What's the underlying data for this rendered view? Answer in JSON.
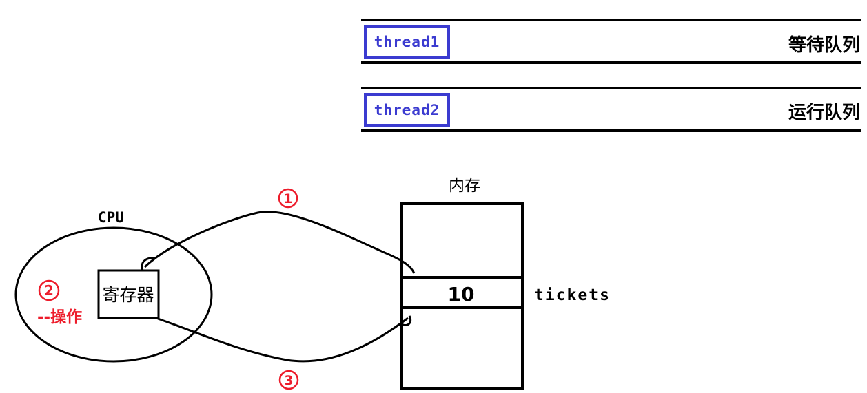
{
  "colors": {
    "thread_box_blue": "#3b3bd0",
    "annotation_red": "#ed1c2b",
    "ink_black": "#000000"
  },
  "queues": [
    {
      "thread": "thread1",
      "label": "等待队列"
    },
    {
      "thread": "thread2",
      "label": "运行队列"
    }
  ],
  "cpu": {
    "label": "CPU",
    "register": "寄存器"
  },
  "memory": {
    "label": "内存",
    "cell_value": "10",
    "var_name": "tickets"
  },
  "steps": {
    "read_num": "1",
    "operate_num": "2",
    "operate_label": "--操作",
    "write_num": "3"
  }
}
